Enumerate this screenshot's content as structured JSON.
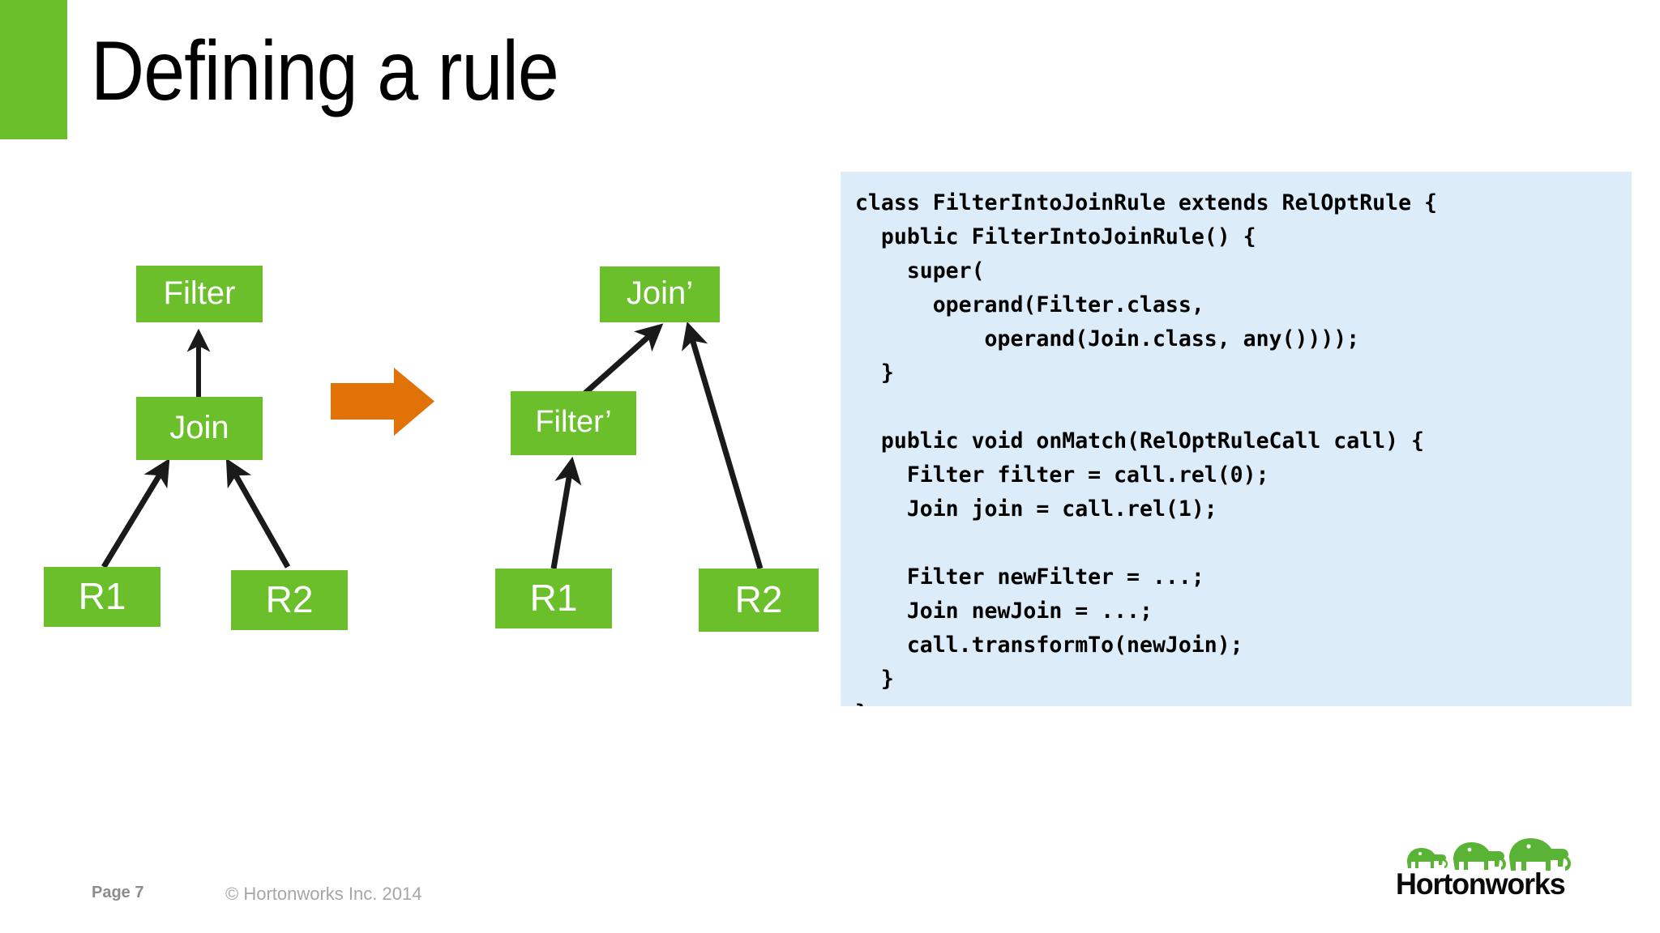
{
  "slide": {
    "title": "Defining a rule",
    "accent_green": "#6ABF2B",
    "accent_orange": "#E07208",
    "code_panel_background": "#DCECF8"
  },
  "diagram": {
    "before_tree": {
      "nodes": [
        {
          "id": "filter",
          "label": "Filter"
        },
        {
          "id": "join",
          "label": "Join"
        },
        {
          "id": "r1",
          "label": "R1"
        },
        {
          "id": "r2",
          "label": "R2"
        }
      ],
      "edges": [
        {
          "from": "join",
          "to": "filter"
        },
        {
          "from": "r1",
          "to": "join"
        },
        {
          "from": "r2",
          "to": "join"
        }
      ]
    },
    "transform_arrow": {
      "direction": "right",
      "color": "#E07208"
    },
    "after_tree": {
      "nodes": [
        {
          "id": "join-prime",
          "label": "Join’"
        },
        {
          "id": "filter-prime",
          "label": "Filter’"
        },
        {
          "id": "r1",
          "label": "R1"
        },
        {
          "id": "r2",
          "label": "R2"
        }
      ],
      "edges": [
        {
          "from": "filter-prime",
          "to": "join-prime"
        },
        {
          "from": "r2",
          "to": "join-prime"
        },
        {
          "from": "r1",
          "to": "filter-prime"
        }
      ]
    }
  },
  "code": {
    "language": "java",
    "listing": "class FilterIntoJoinRule extends RelOptRule {\n  public FilterIntoJoinRule() {\n    super(\n      operand(Filter.class,\n          operand(Join.class, any())));\n  }\n\n  public void onMatch(RelOptRuleCall call) {\n    Filter filter = call.rel(0);\n    Join join = call.rel(1);\n\n    Filter newFilter = ...;\n    Join newJoin = ...;\n    call.transformTo(newJoin);\n  }\n}"
  },
  "footer": {
    "page_label": "Page",
    "page_number": "7",
    "copyright": "© Hortonworks Inc. 2014"
  },
  "branding": {
    "wordmark": "Hortonworks",
    "elephant_color": "#59B435",
    "wordmark_color": "#0A0A0A"
  }
}
